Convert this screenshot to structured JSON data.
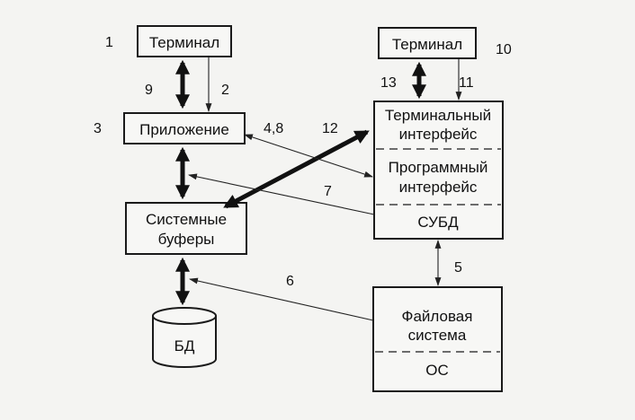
{
  "nodes": {
    "terminal_left": "Терминал",
    "application": "Приложение",
    "system_buffers_line1": "Системные",
    "system_buffers_line2": "буферы",
    "db": "БД",
    "terminal_right": "Терминал",
    "terminal_interface_line1": "Терминальный",
    "terminal_interface_line2": "интерфейс",
    "program_interface_line1": "Программный",
    "program_interface_line2": "интерфейс",
    "dbms": "СУБД",
    "file_system_line1": "Файловая",
    "file_system_line2": "система",
    "os": "ОС"
  },
  "step_labels": {
    "s1": "1",
    "s2": "2",
    "s3": "3",
    "s48": "4,8",
    "s5": "5",
    "s6": "6",
    "s7": "7",
    "s9": "9",
    "s10": "10",
    "s11": "11",
    "s12": "12",
    "s13": "13"
  }
}
